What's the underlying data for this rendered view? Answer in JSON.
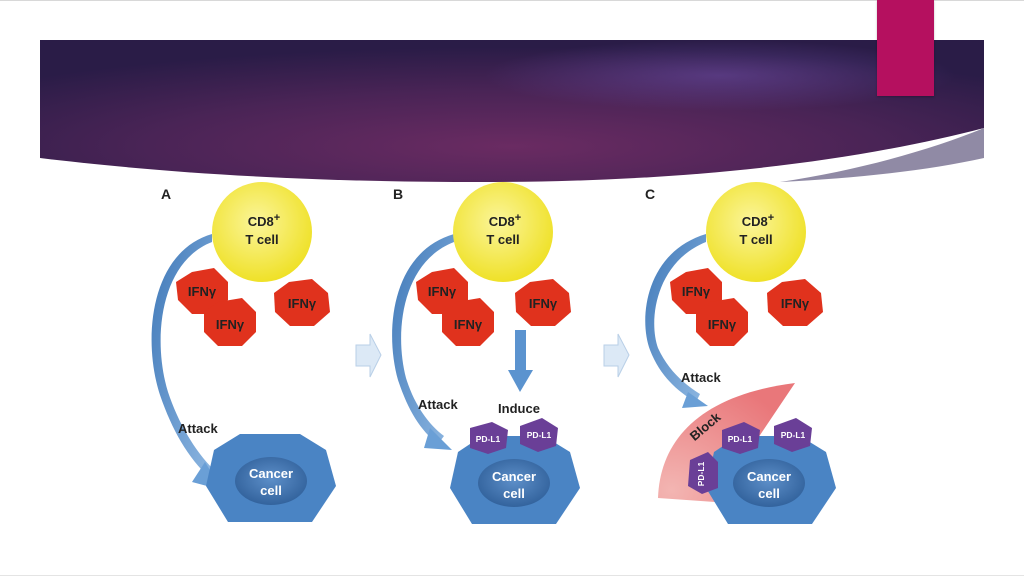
{
  "panels": [
    {
      "letter": "A",
      "tcell": [
        "CD8",
        "T cell"
      ],
      "ifn": [
        "IFNγ",
        "IFNγ",
        "IFNγ"
      ],
      "attack": "Attack",
      "cancer": [
        "Cancer",
        "cell"
      ]
    },
    {
      "letter": "B",
      "tcell": [
        "CD8",
        "T cell"
      ],
      "ifn": [
        "IFNγ",
        "IFNγ",
        "IFNγ"
      ],
      "attack": "Attack",
      "induce": "Induce",
      "pdl1": [
        "PD-L1",
        "PD-L1"
      ],
      "cancer": [
        "Cancer",
        "cell"
      ]
    },
    {
      "letter": "C",
      "tcell": [
        "CD8",
        "T cell"
      ],
      "ifn": [
        "IFNγ",
        "IFNγ",
        "IFNγ"
      ],
      "attack": "Attack",
      "block": "Block",
      "pdl1": [
        "PD-L1",
        "PD-L1",
        "PD-L1"
      ],
      "cancer": [
        "Cancer",
        "cell"
      ]
    }
  ],
  "superscript": "+",
  "colors": {
    "banner_dark": "#2a1c47",
    "banner_mid": "#5e2a5f",
    "accent": "#b5105f",
    "tcell": "#f4e83a",
    "ifn": "#e0321d",
    "cancer": "#4a84c4",
    "pdl1": "#6a3f97",
    "arrow": "#5b93cf"
  }
}
